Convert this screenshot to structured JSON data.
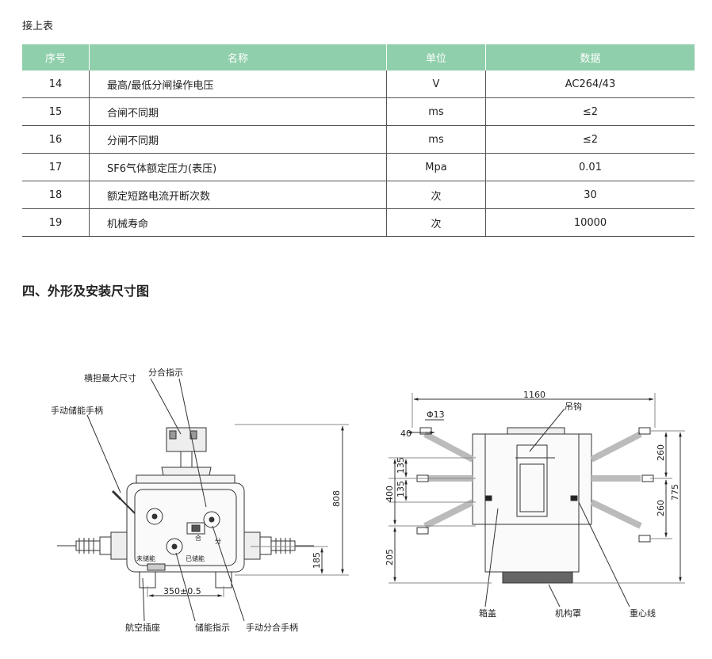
{
  "continued": "接上表",
  "table": {
    "headers": [
      "序号",
      "名称",
      "单位",
      "数据"
    ],
    "rows": [
      {
        "no": "14",
        "name": "最高/最低分闸操作电压",
        "unit": "V",
        "value": "AC264/43"
      },
      {
        "no": "15",
        "name": "合闸不同期",
        "unit": "ms",
        "value": "≤2"
      },
      {
        "no": "16",
        "name": "分闸不同期",
        "unit": "ms",
        "value": "≤2"
      },
      {
        "no": "17",
        "name": "SF6气体额定压力(表压)",
        "unit": "Mpa",
        "value": "0.01"
      },
      {
        "no": "18",
        "name": "额定短路电流开断次数",
        "unit": "次",
        "value": "30"
      },
      {
        "no": "19",
        "name": "机械寿命",
        "unit": "次",
        "value": "10000"
      }
    ]
  },
  "section_title": "四、外形及安装尺寸图",
  "front_view": {
    "labels": {
      "crossarm": "横担最大尺寸",
      "indicator": "分合指示",
      "manual_handle": "手动储能手柄",
      "socket": "航空插座",
      "energy_indicator": "储能指示",
      "open_close_handle": "手动分合手柄"
    },
    "panel_text": {
      "close": "合",
      "open": "分",
      "not_stored": "未储能",
      "stored": "已储能"
    },
    "dims": {
      "height": "808",
      "lower": "185",
      "width": "350±0.5"
    }
  },
  "side_view": {
    "labels": {
      "hook": "吊钩",
      "cover": "箱盖",
      "mech_cover": "机构罩",
      "gravity_line": "重心线"
    },
    "dims": {
      "width": "1160",
      "diameter": "Φ13",
      "d40": "40",
      "d135a": "135",
      "d135b": "135",
      "d400": "400",
      "d205": "205",
      "d260a": "260",
      "d260b": "260",
      "d775": "775"
    }
  }
}
